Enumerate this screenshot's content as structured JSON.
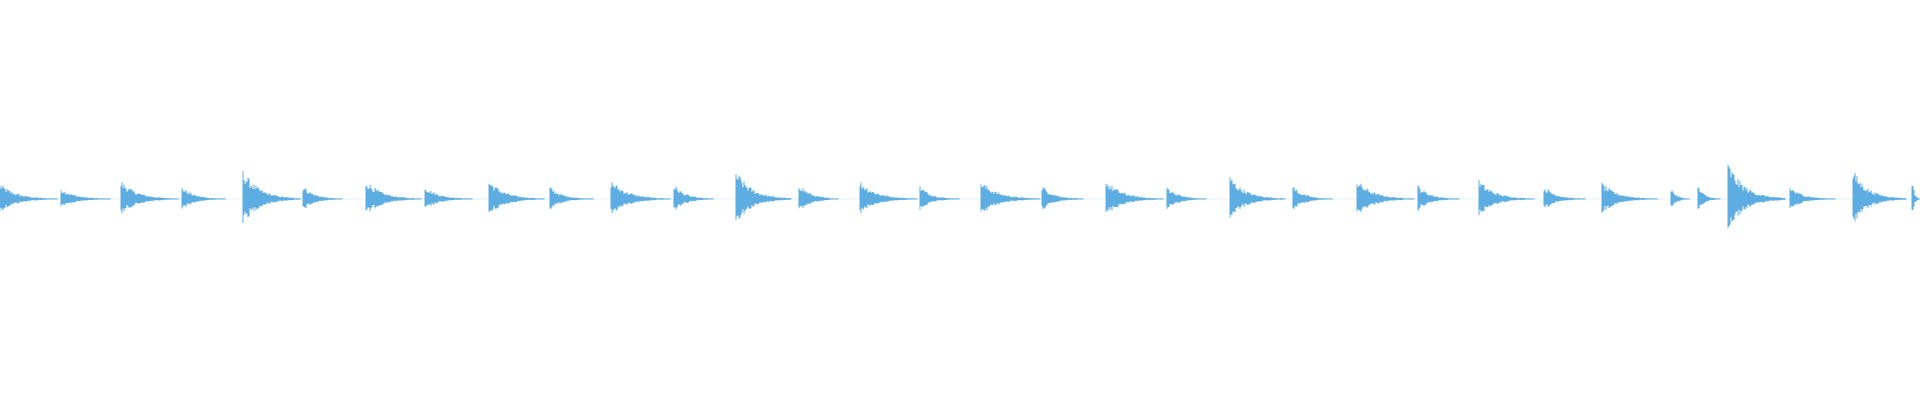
{
  "waveform": {
    "color": "#5dade2",
    "background": "#ffffff",
    "hits": [
      {
        "t": 0.0,
        "amp": 0.42,
        "decay": 0.03
      },
      {
        "t": 0.032,
        "amp": 0.3,
        "decay": 0.026
      },
      {
        "t": 0.063,
        "amp": 0.5,
        "decay": 0.03
      },
      {
        "t": 0.095,
        "amp": 0.34,
        "decay": 0.023
      },
      {
        "t": 0.127,
        "amp": 0.78,
        "decay": 0.03
      },
      {
        "t": 0.158,
        "amp": 0.38,
        "decay": 0.021
      },
      {
        "t": 0.191,
        "amp": 0.52,
        "decay": 0.029
      },
      {
        "t": 0.222,
        "amp": 0.36,
        "decay": 0.025
      },
      {
        "t": 0.255,
        "amp": 0.52,
        "decay": 0.029
      },
      {
        "t": 0.287,
        "amp": 0.34,
        "decay": 0.023
      },
      {
        "t": 0.319,
        "amp": 0.52,
        "decay": 0.031
      },
      {
        "t": 0.352,
        "amp": 0.4,
        "decay": 0.021
      },
      {
        "t": 0.384,
        "amp": 0.78,
        "decay": 0.029
      },
      {
        "t": 0.417,
        "amp": 0.44,
        "decay": 0.021
      },
      {
        "t": 0.449,
        "amp": 0.5,
        "decay": 0.03
      },
      {
        "t": 0.48,
        "amp": 0.36,
        "decay": 0.021
      },
      {
        "t": 0.512,
        "amp": 0.5,
        "decay": 0.031
      },
      {
        "t": 0.544,
        "amp": 0.38,
        "decay": 0.022
      },
      {
        "t": 0.577,
        "amp": 0.52,
        "decay": 0.03
      },
      {
        "t": 0.609,
        "amp": 0.36,
        "decay": 0.021
      },
      {
        "t": 0.642,
        "amp": 0.62,
        "decay": 0.029
      },
      {
        "t": 0.675,
        "amp": 0.36,
        "decay": 0.021
      },
      {
        "t": 0.708,
        "amp": 0.52,
        "decay": 0.03
      },
      {
        "t": 0.74,
        "amp": 0.38,
        "decay": 0.022
      },
      {
        "t": 0.772,
        "amp": 0.52,
        "decay": 0.029
      },
      {
        "t": 0.806,
        "amp": 0.36,
        "decay": 0.022
      },
      {
        "t": 0.836,
        "amp": 0.44,
        "decay": 0.029
      },
      {
        "t": 0.872,
        "amp": 0.32,
        "decay": 0.01
      },
      {
        "t": 0.886,
        "amp": 0.36,
        "decay": 0.012
      },
      {
        "t": 0.902,
        "amp": 1.0,
        "decay": 0.03
      },
      {
        "t": 0.934,
        "amp": 0.34,
        "decay": 0.024
      },
      {
        "t": 0.967,
        "amp": 0.8,
        "decay": 0.028
      },
      {
        "t": 0.998,
        "amp": 0.6,
        "decay": 0.004
      }
    ]
  }
}
